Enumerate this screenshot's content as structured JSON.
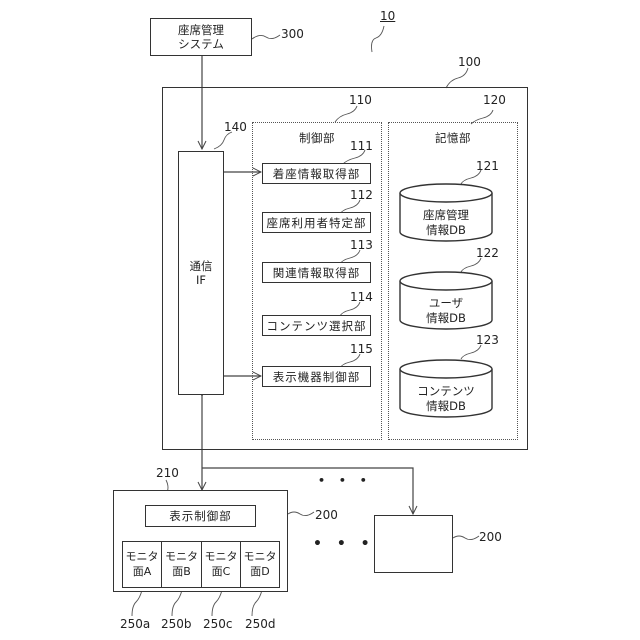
{
  "figure_ref": "10",
  "seat_management_system": {
    "label_line1": "座席管理",
    "label_line2": "システム",
    "ref": "300"
  },
  "server": {
    "ref": "100",
    "comm_if": {
      "label_line1": "通信",
      "label_line2": "IF",
      "ref": "140"
    },
    "control_unit": {
      "title": "制御部",
      "ref": "110",
      "units": [
        {
          "label": "着座情報取得部",
          "ref": "111"
        },
        {
          "label": "座席利用者特定部",
          "ref": "112"
        },
        {
          "label": "関連情報取得部",
          "ref": "113"
        },
        {
          "label": "コンテンツ選択部",
          "ref": "114"
        },
        {
          "label": "表示機器制御部",
          "ref": "115"
        }
      ]
    },
    "storage_unit": {
      "title": "記憶部",
      "ref": "120",
      "databases": [
        {
          "label_line1": "座席管理",
          "label_line2": "情報DB",
          "ref": "121"
        },
        {
          "label_line1": "ユーザ",
          "label_line2": "情報DB",
          "ref": "122"
        },
        {
          "label_line1": "コンテンツ",
          "label_line2": "情報DB",
          "ref": "123"
        }
      ]
    }
  },
  "display_device": {
    "ref": "200",
    "controller": {
      "label": "表示制御部",
      "ref": "210"
    },
    "monitors": [
      {
        "label_line1": "モニタ",
        "label_line2": "面A",
        "ref": "250a"
      },
      {
        "label_line1": "モニタ",
        "label_line2": "面B",
        "ref": "250b"
      },
      {
        "label_line1": "モニタ",
        "label_line2": "面C",
        "ref": "250c"
      },
      {
        "label_line1": "モニタ",
        "label_line2": "面D",
        "ref": "250d"
      }
    ]
  },
  "display_device_2": {
    "ref": "200"
  },
  "ellipsis": "• • •"
}
